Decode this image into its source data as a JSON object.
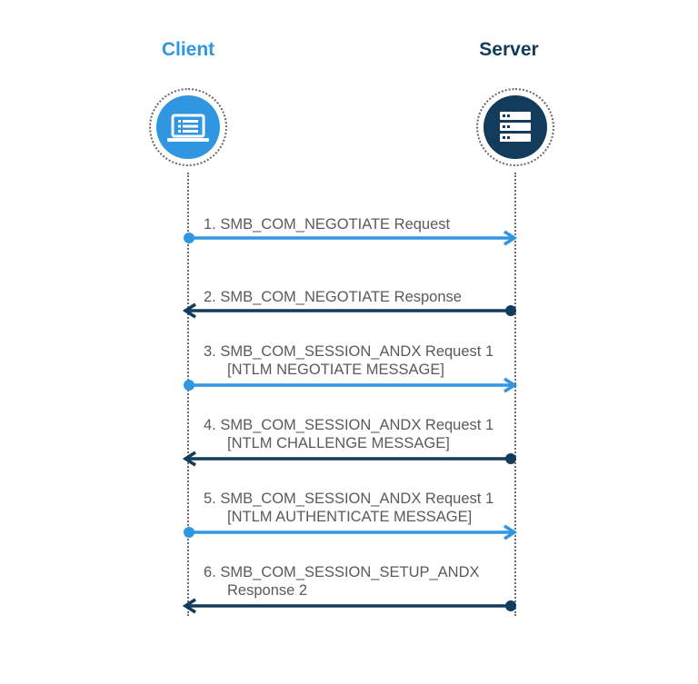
{
  "actors": {
    "client": {
      "title": "Client",
      "icon": "laptop-icon",
      "color": "#3196e2"
    },
    "server": {
      "title": "Server",
      "icon": "server-icon",
      "color": "#123b5c"
    }
  },
  "messages": [
    {
      "line1": "1. SMB_COM_NEGOTIATE Request",
      "line2": "",
      "direction": "client-to-server"
    },
    {
      "line1": "2. SMB_COM_NEGOTIATE Response",
      "line2": "",
      "direction": "server-to-client"
    },
    {
      "line1": "3. SMB_COM_SESSION_ANDX Request 1",
      "line2": "[NTLM NEGOTIATE MESSAGE]",
      "direction": "client-to-server"
    },
    {
      "line1": "4. SMB_COM_SESSION_ANDX Request 1",
      "line2": "[NTLM CHALLENGE MESSAGE]",
      "direction": "server-to-client"
    },
    {
      "line1": "5. SMB_COM_SESSION_ANDX Request 1",
      "line2": "[NTLM AUTHENTICATE MESSAGE]",
      "direction": "client-to-server"
    },
    {
      "line1": "6. SMB_COM_SESSION_SETUP_ANDX",
      "line2": "Response 2",
      "direction": "server-to-client"
    }
  ]
}
